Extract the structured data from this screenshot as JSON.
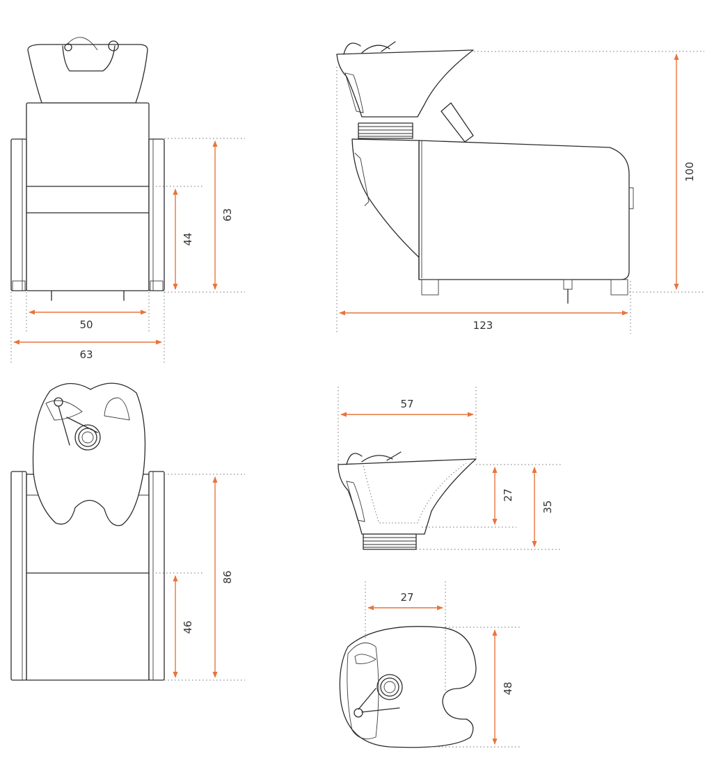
{
  "dimensions": {
    "front_seat_height": "63",
    "front_seat_lower": "44",
    "front_inner_width": "50",
    "front_outer_width": "63",
    "side_total_height": "100",
    "side_total_length": "123",
    "basin_side_width": "57",
    "basin_inner_depth": "27",
    "basin_total_depth": "35",
    "basin_top_width": "27",
    "basin_top_length": "48",
    "top_total_length": "86",
    "top_seat_length": "46"
  },
  "colors": {
    "dimension": "#e8743b",
    "outline": "#2b2b2b",
    "guide": "#8a8a8a"
  }
}
